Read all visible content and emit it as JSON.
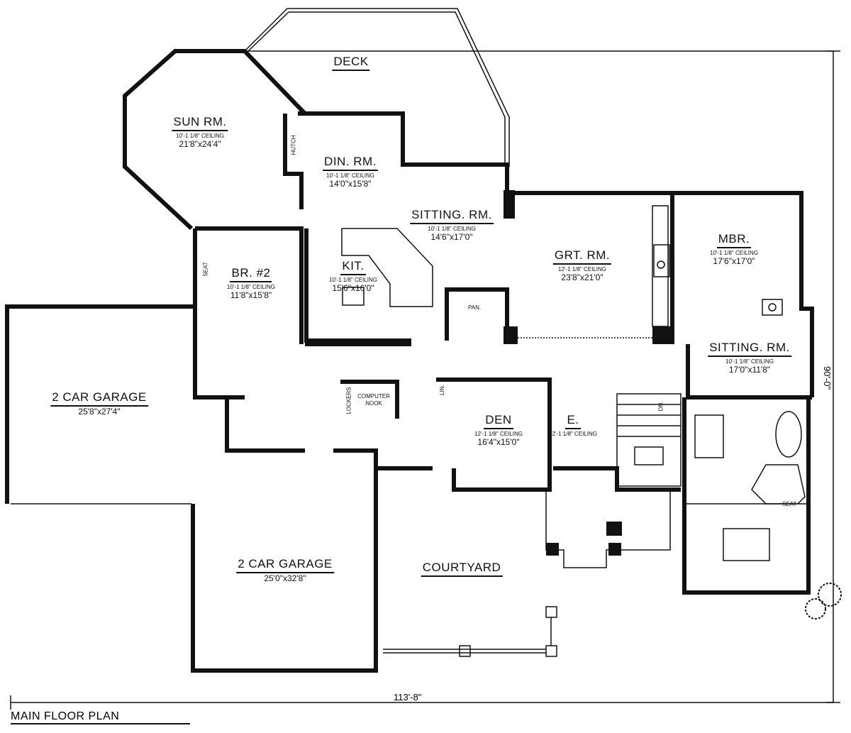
{
  "title": "MAIN FLOOR PLAN",
  "overall_width": "113'-8\"",
  "overall_depth": "90'-0\"",
  "rooms": [
    {
      "name": "DECK"
    },
    {
      "name": "SUN RM.",
      "ceiling": "10'-1 1/8\" CEILING",
      "size": "21'8\"x24'4\""
    },
    {
      "name": "DIN. RM.",
      "ceiling": "10'-1 1/8\" CEILING",
      "size": "14'0\"x15'8\""
    },
    {
      "name": "SITTING. RM.",
      "ceiling": "10'-1 1/8\" CEILING",
      "size": "14'6\"x17'0\""
    },
    {
      "name": "KIT.",
      "ceiling": "10'-1 1/8\" CEILING",
      "size": "15'6\"x16'0\""
    },
    {
      "name": "BR. #2",
      "ceiling": "10'-1 1/8\" CEILING",
      "size": "11'8\"x15'8\""
    },
    {
      "name": "GRT. RM.",
      "ceiling": "12'-1 1/8\" CEILING",
      "size": "23'8\"x21'0\""
    },
    {
      "name": "MBR.",
      "ceiling": "10'-1 1/8\" CEILING",
      "size": "17'6\"x17'0\""
    },
    {
      "name": "SITTING. RM.",
      "ceiling": "10'-1 1/8\" CEILING",
      "size": "17'0\"x11'8\""
    },
    {
      "name": "DEN",
      "ceiling": "12'-1 1/8\" CEILING",
      "size": "16'4\"x15'0\""
    },
    {
      "name": "E.",
      "ceiling": "12'-1 1/8\" CEILING"
    },
    {
      "name": "2 CAR GARAGE",
      "size": "25'8\"x27'4\""
    },
    {
      "name": "2 CAR GARAGE",
      "size": "25'0\"x32'8\""
    },
    {
      "name": "COURTYARD"
    }
  ],
  "small_labels": {
    "hutch": "HUTCH",
    "seat1": "SEAT",
    "pantry": "PAN.",
    "lockers": "LOCKERS",
    "computer_nook": "COMPUTER NOOK",
    "linen": "LIN.",
    "down": "DN.",
    "seat2": "SEAT"
  }
}
